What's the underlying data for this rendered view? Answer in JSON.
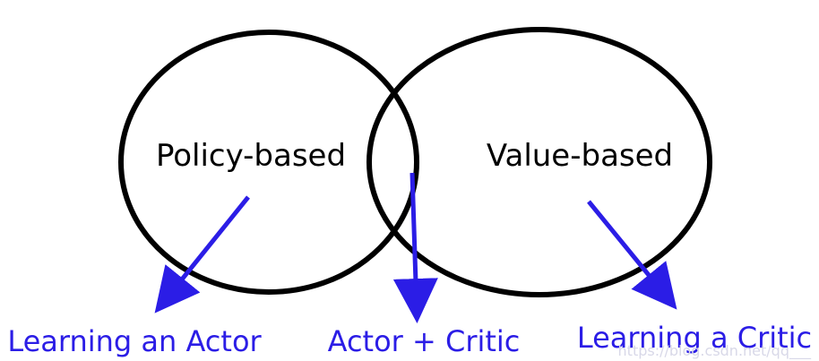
{
  "colors": {
    "circle_stroke": "#000000",
    "arrow": "#2b1de6",
    "outcome_text": "#2b1de6",
    "set_text": "#000000"
  },
  "sets": {
    "left": {
      "label": "Policy-based"
    },
    "right": {
      "label": "Value-based"
    }
  },
  "outcomes": {
    "left": {
      "label": "Learning an Actor"
    },
    "middle": {
      "label": "Actor + Critic"
    },
    "right": {
      "label": "Learning a Critic"
    }
  },
  "watermark": {
    "text": "https://blog.csdn.net/qq___"
  }
}
